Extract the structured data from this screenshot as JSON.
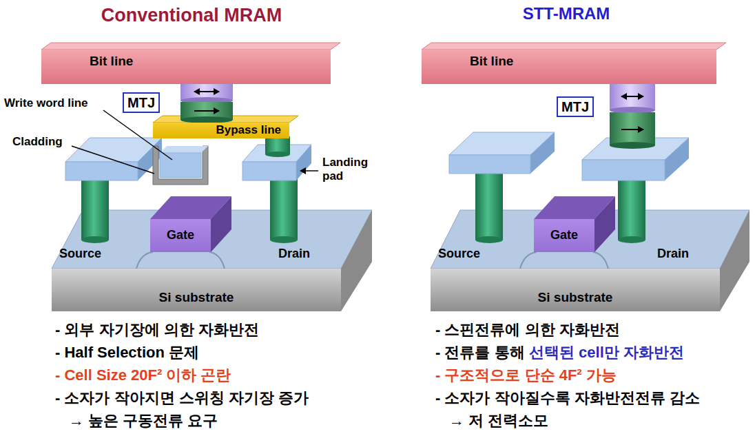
{
  "diagram": {
    "nodes": [
      {
        "text": [
          "Bit line"
        ]
      },
      {
        "text": [
          "MTJ"
        ]
      },
      {
        "text": [
          "Bypass line"
        ]
      },
      {
        "text": [
          "Gate"
        ]
      },
      {
        "text": [
          "Si substrate"
        ]
      },
      {
        "text": [
          "Bit line"
        ]
      },
      {
        "text": [
          "MTJ"
        ]
      },
      {
        "text": [
          "Gate"
        ]
      },
      {
        "text": [
          "Si substrate"
        ]
      }
    ],
    "labels": [
      "Conventional MRAM",
      "STT-MRAM",
      "Write word line",
      "Cladding",
      "Landing pad",
      "Source",
      "Drain",
      "Source",
      "Drain",
      "- 외부 자기장에 의한 자화반전",
      "- Half Selection 문제",
      "- Cell Size 20F² 이하 곤란",
      "- 소자가 작아지면 스위칭 자기장 증가",
      "→ 높은 구동전류 요구",
      "- 스핀전류에 의한 자화반전",
      "- 전류를 통해",
      "선택된 cell만 자화반전",
      "- 구조적으로 단순 4F² 가능",
      "- 소자가 작아질수록 자화반전전류 감소",
      "→ 저 전력소모"
    ]
  }
}
